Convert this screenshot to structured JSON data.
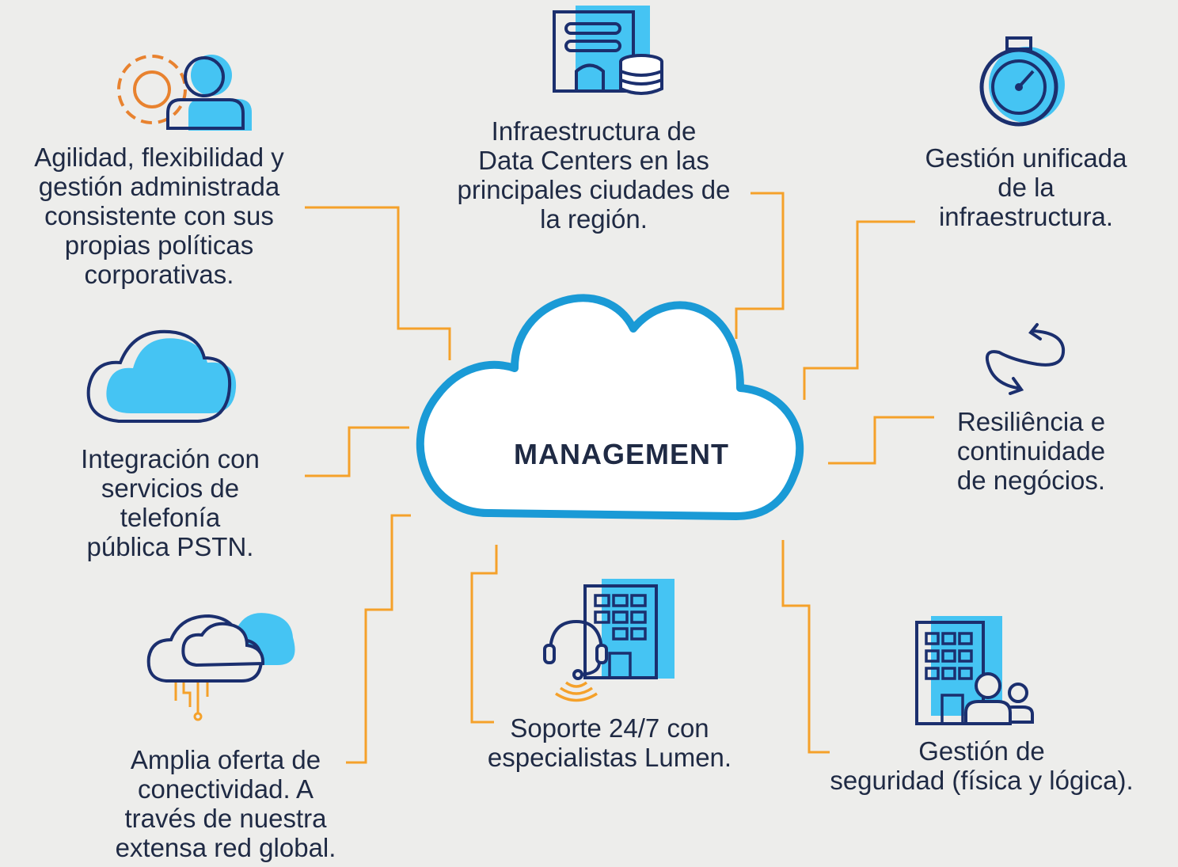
{
  "center": {
    "title": "MANAGEMENT"
  },
  "features": {
    "agility": "Agilidad, flexibilidad y\ngestión administrada\nconsistente con sus\npropias políticas\ncorporativas.",
    "datacenters": "Infraestructura de\nData Centers en las\nprincipales ciudades de\nla región.",
    "unified": "Gestión unificada\nde la\ninfraestructura.",
    "telephony": "Integración con\nservicios de\ntelefonía\npública PSTN.",
    "resilience": "Resiliência e\ncontinuidade\nde negócios.",
    "connectivity": "Amplia oferta de\nconectividad. A\ntravés de nuestra\nextensa red global.",
    "support": "Soporte 24/7 con\nespecialistas Lumen.",
    "security": "Gestión de\nseguridad (física y lógica)."
  },
  "colors": {
    "background": "#ededeb",
    "connector": "#f5a12a",
    "cloud_outline": "#1a9ad6",
    "icon_navy": "#1b2f6e",
    "icon_light_blue": "#45c4f3",
    "icon_orange": "#e8822f",
    "text": "#1f2a44"
  },
  "icons": [
    "gear-person-icon",
    "data-center-icon",
    "stopwatch-icon",
    "cloud-icon",
    "loop-arrow-icon",
    "clouds-network-icon",
    "support-headset-building-icon",
    "building-security-icon"
  ]
}
